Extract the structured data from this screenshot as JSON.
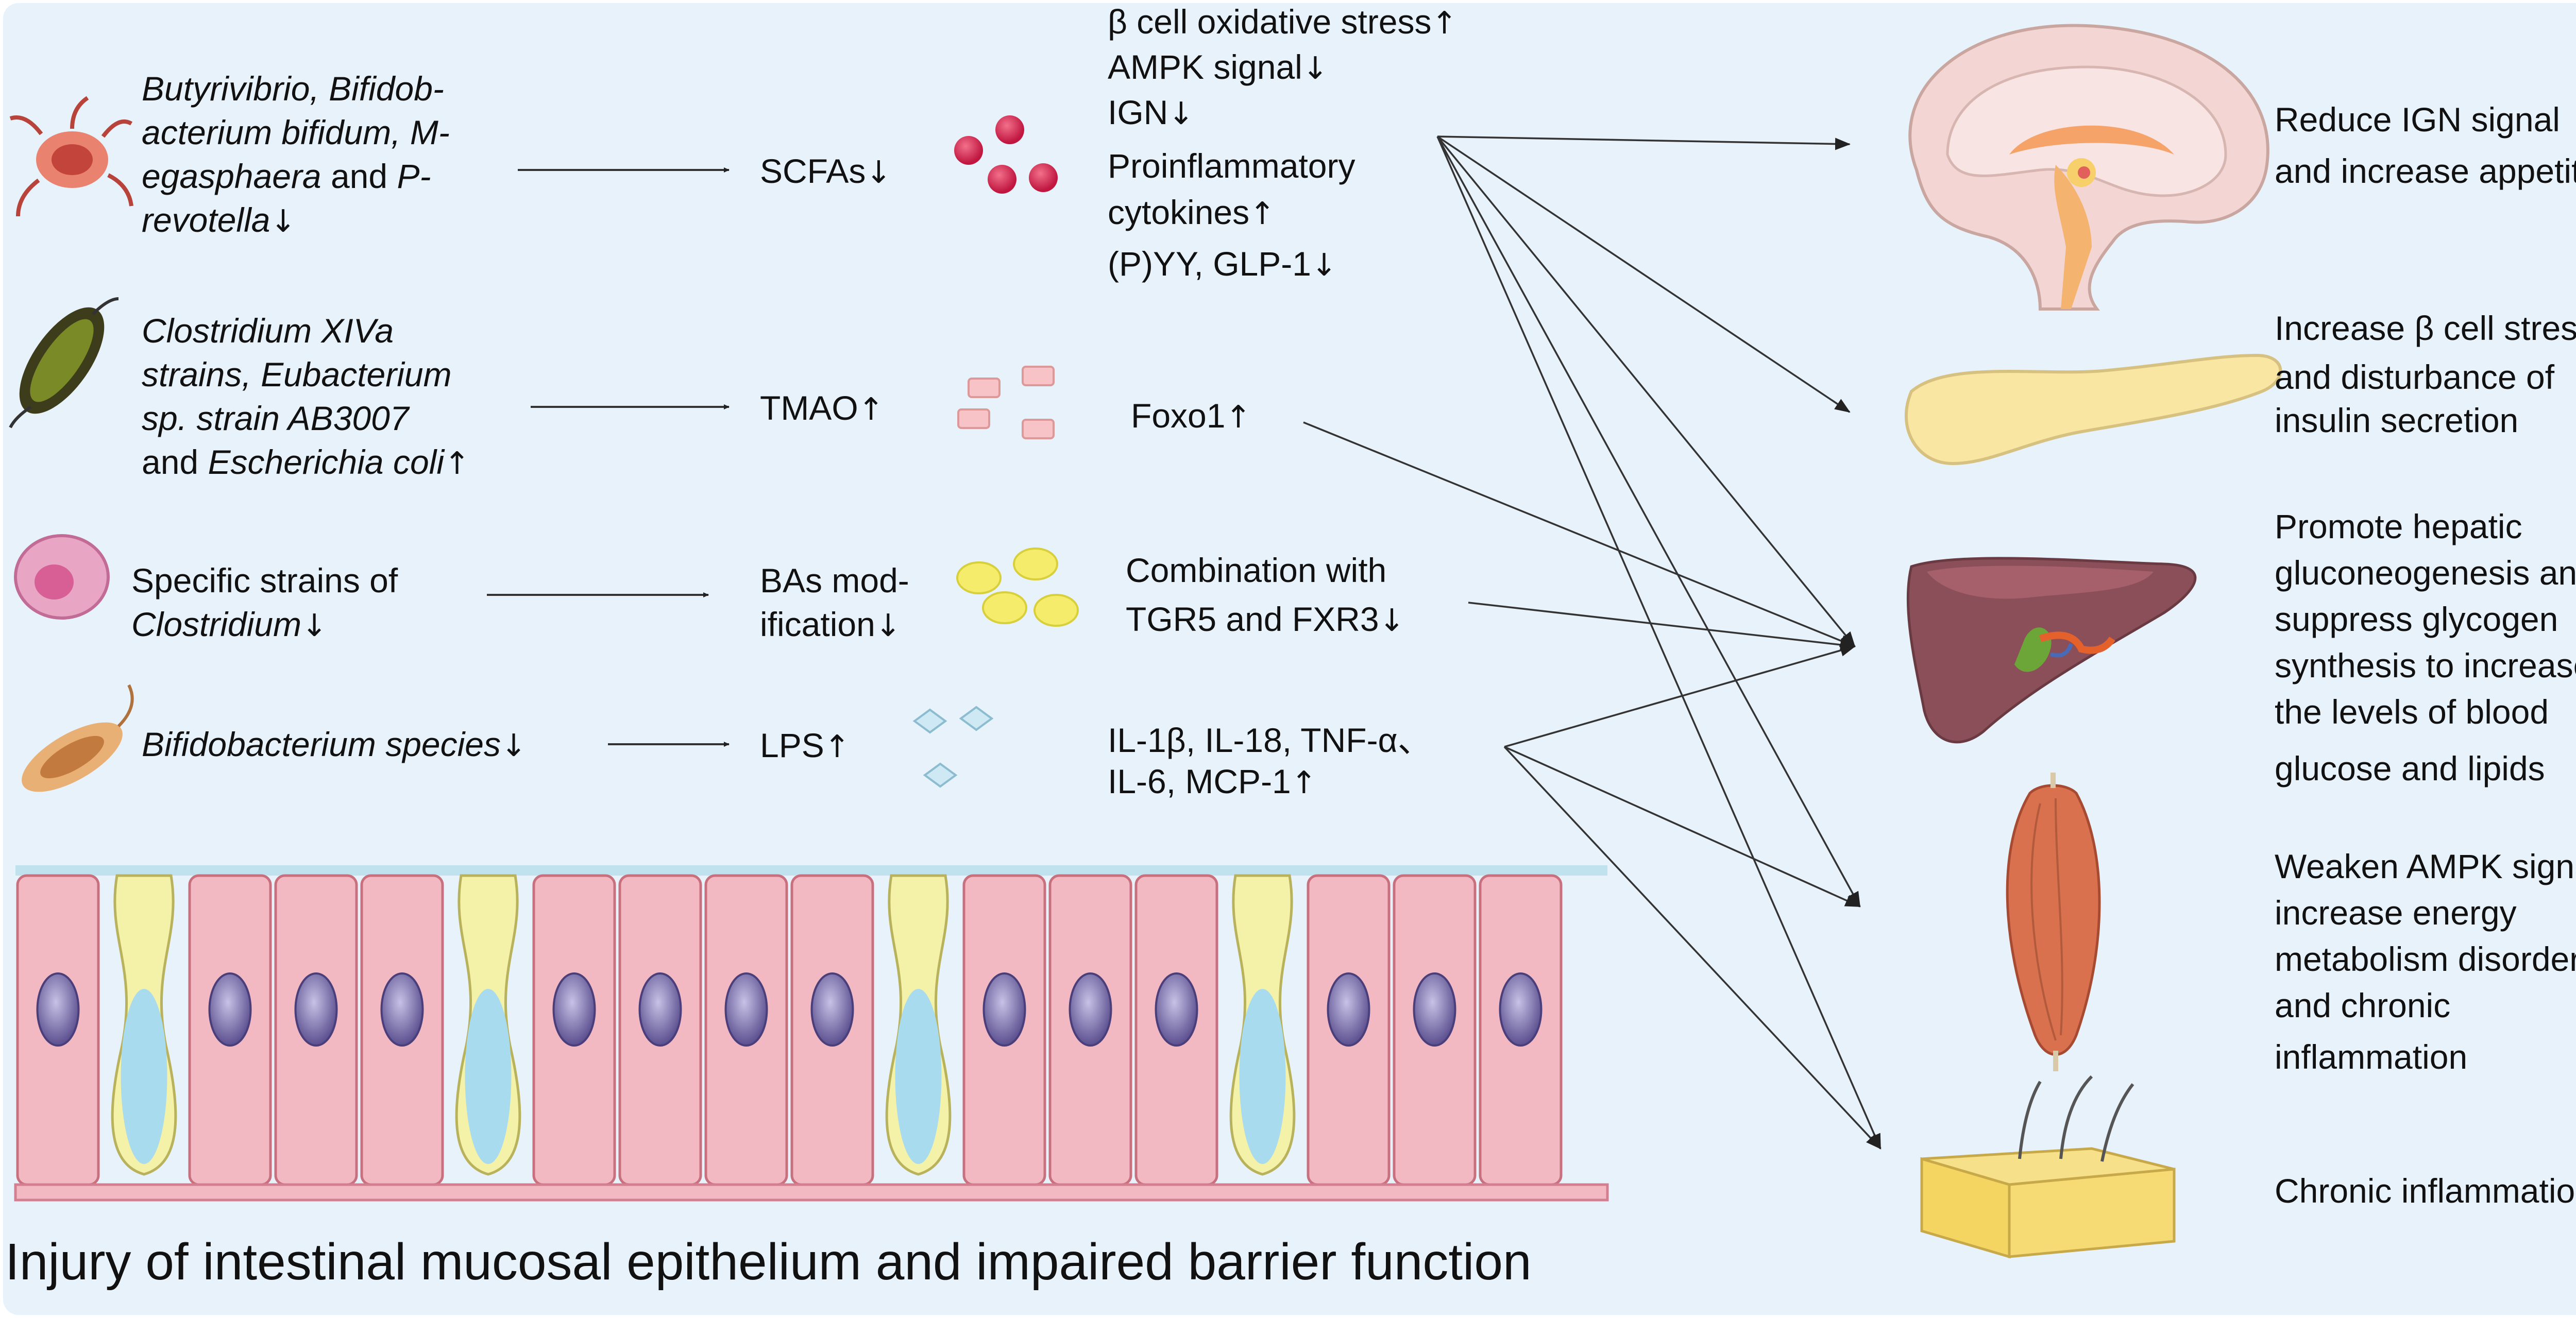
{
  "arrows": {
    "up": "↑",
    "down": "↓"
  },
  "row1": {
    "microbes": {
      "l1": "Butyrivibrio, Bifidob-",
      "l2": "acterium bifidum, M-",
      "l3a": "egasphaera",
      "l3b": " and ",
      "l3c": "P-",
      "l4": "revotella"
    },
    "metabolite": "SCFAs",
    "effects": [
      "β cell oxidative stress",
      "AMPK signal",
      "IGN",
      "Proinflammatory",
      "cytokines",
      "(P)YY, GLP-1"
    ]
  },
  "row2": {
    "microbes": {
      "l1": "Clostridium XIVa",
      "l2": "strains, Eubacterium",
      "l3": "sp. strain AB3007",
      "l4a": "and ",
      "l4b": "Escherichia coli"
    },
    "metabolite": "TMAO",
    "effect": "Foxo1"
  },
  "row3": {
    "microbes": {
      "l1": "Specific strains of",
      "l2": "Clostridium"
    },
    "metabolite_l1": "BAs mod-",
    "metabolite_l2": "ification",
    "effects": [
      "Combination with",
      "TGR5 and FXR3"
    ]
  },
  "row4": {
    "microbes": {
      "l1": "Bifidobacterium species"
    },
    "metabolite": "LPS",
    "effects": [
      "IL-1β, IL-18, TNF-α、",
      "IL-6, MCP-1"
    ]
  },
  "outcomes": {
    "brain": [
      "Reduce IGN signal",
      "and increase appetite"
    ],
    "pancreas": [
      "Increase β cell stress",
      "and disturbance of insulin secretion"
    ],
    "liver": [
      "Promote hepatic",
      "gluconeogenesis and",
      "suppress glycogen",
      "synthesis to increase",
      "the levels of blood",
      "glucose and lipids"
    ],
    "muscle": [
      "Weaken AMPK signal,",
      "increase energy",
      "metabolism disorder",
      "and chronic",
      "inflammation"
    ],
    "adipose": [
      "Chronic inflammation"
    ]
  },
  "caption": "Injury of intestinal mucosal epithelium and impaired barrier function",
  "colors": {
    "background": "#e8f2fb",
    "enterocyte": "#f2b9c3",
    "goblet_cell": "#f4f1a8",
    "nucleus": "#6c5fa0"
  }
}
